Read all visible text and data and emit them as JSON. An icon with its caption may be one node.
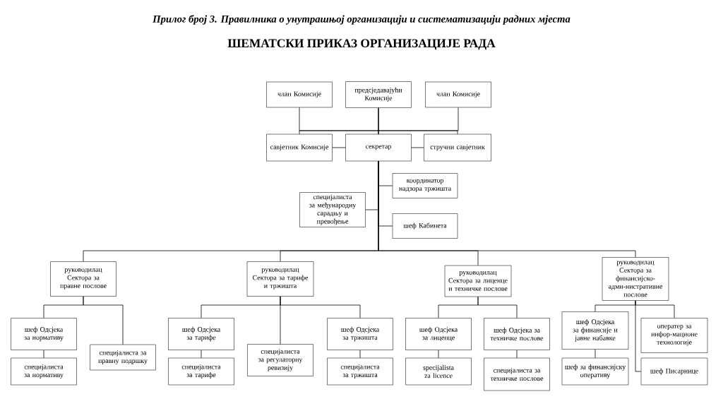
{
  "diagram": {
    "title": "ШЕМАТСКИ ПРИКАЗ ОРГАНИЗАЦИЈЕ РАДА",
    "nodes": [
      {
        "text": [
          "члан Комисије"
        ]
      },
      {
        "text": [
          "предсједавајући Комисије"
        ]
      },
      {
        "text": [
          "члан Комисије"
        ]
      },
      {
        "text": [
          "савјетник Комисије"
        ]
      },
      {
        "text": [
          "секретар"
        ]
      },
      {
        "text": [
          "стручни савјетник"
        ]
      },
      {
        "text": [
          "координатор надзора тржишта"
        ]
      },
      {
        "text": [
          "специјалиста за међународну сарадњу и превођење"
        ]
      },
      {
        "text": [
          "шеф Кабинета"
        ]
      },
      {
        "text": [
          "руководилац Сектора за правне послове"
        ]
      },
      {
        "text": [
          "руководилац Сектора за тарифе и тржишта"
        ]
      },
      {
        "text": [
          "руководилац Сектора за лиценце и техничке послове"
        ]
      },
      {
        "text": [
          "руководилац Сектора за финансијско-адми-нистративне послове"
        ]
      },
      {
        "text": [
          "шеф Одсјека за нормативу"
        ]
      },
      {
        "text": [
          "специјалиста за нормативу"
        ]
      },
      {
        "text": [
          "специјалиста за правну подршку"
        ]
      },
      {
        "text": [
          "шеф Одсјека за тарифе"
        ]
      },
      {
        "text": [
          "специјалиста за тарифе"
        ]
      },
      {
        "text": [
          "специјалиста за регулаторну ревизију"
        ]
      },
      {
        "text": [
          "шеф Одсјека за тржишта"
        ]
      },
      {
        "text": [
          "специјалиста за тржишта"
        ]
      },
      {
        "text": [
          "шеф Одсјека за лиценце"
        ]
      },
      {
        "text": [
          "specijalista za licence"
        ]
      },
      {
        "text": [
          "шеф Одсјека за техничке послове"
        ]
      },
      {
        "text": [
          "специјалиста за техничке послове"
        ]
      },
      {
        "text": [
          "шеф Одсјека за финансије и јавне набавке"
        ]
      },
      {
        "text": [
          "оператер за инфор-мационе технологије"
        ]
      },
      {
        "text": [
          "шеф за финансијску оперативу"
        ]
      },
      {
        "text": [
          "шеф Писарнице"
        ]
      }
    ],
    "edges": [
      {
        "from": 0,
        "to": 4,
        "arrow": "none"
      },
      {
        "from": 1,
        "to": 4,
        "arrow": "none"
      },
      {
        "from": 2,
        "to": 4,
        "arrow": "none"
      },
      {
        "from": 1,
        "to": 3,
        "arrow": "none"
      },
      {
        "from": 1,
        "to": 5,
        "arrow": "none"
      },
      {
        "from": 3,
        "to": 4,
        "arrow": "none"
      },
      {
        "from": 4,
        "to": 5,
        "arrow": "none"
      },
      {
        "from": 4,
        "to": 6,
        "arrow": "none"
      },
      {
        "from": 4,
        "to": 7,
        "arrow": "none"
      },
      {
        "from": 4,
        "to": 8,
        "arrow": "none"
      },
      {
        "from": 4,
        "to": 9,
        "arrow": "none"
      },
      {
        "from": 4,
        "to": 10,
        "arrow": "none"
      },
      {
        "from": 4,
        "to": 11,
        "arrow": "none"
      },
      {
        "from": 4,
        "to": 12,
        "arrow": "none"
      },
      {
        "from": 9,
        "to": 13,
        "arrow": "none"
      },
      {
        "from": 9,
        "to": 15,
        "arrow": "none"
      },
      {
        "from": 13,
        "to": 14,
        "arrow": "none"
      },
      {
        "from": 10,
        "to": 16,
        "arrow": "none"
      },
      {
        "from": 10,
        "to": 18,
        "arrow": "none"
      },
      {
        "from": 10,
        "to": 19,
        "arrow": "none"
      },
      {
        "from": 16,
        "to": 17,
        "arrow": "none"
      },
      {
        "from": 19,
        "to": 20,
        "arrow": "none"
      },
      {
        "from": 11,
        "to": 21,
        "arrow": "none"
      },
      {
        "from": 11,
        "to": 23,
        "arrow": "none"
      },
      {
        "from": 21,
        "to": 22,
        "arrow": "none"
      },
      {
        "from": 23,
        "to": 24,
        "arrow": "none"
      },
      {
        "from": 12,
        "to": 25,
        "arrow": "none"
      },
      {
        "from": 12,
        "to": 26,
        "arrow": "none"
      },
      {
        "from": 25,
        "to": 27,
        "arrow": "none"
      },
      {
        "from": 12,
        "to": 28,
        "arrow": "none"
      }
    ],
    "labels": [
      "Прилог број 3. Правилника о унутрашњој организацији и систематизацији радних мјеста"
    ]
  }
}
